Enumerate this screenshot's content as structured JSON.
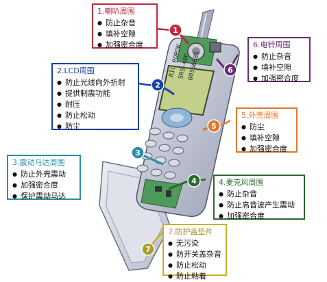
{
  "callouts": [
    {
      "id": "1",
      "title": "1.喇叭周围",
      "color": "#c0283c",
      "items": [
        "防止杂音",
        "填补空隙",
        "加强密合度"
      ]
    },
    {
      "id": "2",
      "title": "2.LCD周围",
      "color": "#1a3fa8",
      "items": [
        "防止光线向外折射",
        "提供制震功能",
        "耐压",
        "防止松动",
        "防尘"
      ]
    },
    {
      "id": "3",
      "title": "3.震动马达周围",
      "color": "#2a8fa8",
      "items": [
        "防止外壳震动",
        "加强密合度",
        "保护震动马达"
      ]
    },
    {
      "id": "4",
      "title": "4.麦克风周围",
      "color": "#2a6a2a",
      "items": [
        "防止杂音",
        "防止高音波产生震动",
        "加强密合度"
      ]
    },
    {
      "id": "5",
      "title": "5.外壳周围",
      "color": "#e2762a",
      "items": [
        "防尘",
        "填补空隙",
        "加强密合度"
      ]
    },
    {
      "id": "6",
      "title": "6.电铃周围",
      "color": "#6a2a7a",
      "items": [
        "防止杂音",
        "填补空隙",
        "加强密合度"
      ]
    },
    {
      "id": "7",
      "title": "7.防护盖垫片",
      "color": "#c8b02a",
      "items": [
        "无污染",
        "防开关盖杂音",
        "防止松动",
        "防止粘着"
      ]
    }
  ],
  "lcd_text": [
    "RIC POPON",
    "SRS-40P",
    "00356685"
  ],
  "colors": {
    "phone_body": "#c8ccd8",
    "lcd": "#bfcf8a",
    "board": "#4e9a5a"
  }
}
